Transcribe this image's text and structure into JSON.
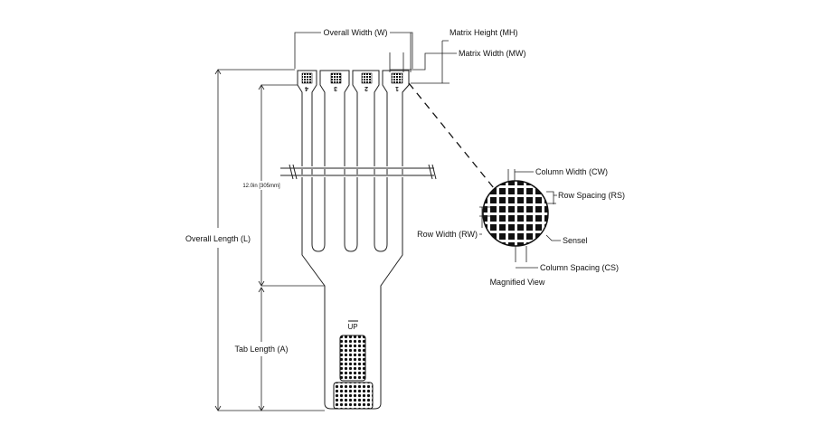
{
  "labels": {
    "overall_width": "Overall Width (W)",
    "matrix_height": "Matrix Height (MH)",
    "matrix_width": "Matrix Width (MW)",
    "column_width": "Column Width (CW)",
    "row_spacing": "Row Spacing (RS)",
    "row_width": "Row Width (RW)",
    "sensel": "Sensel",
    "column_spacing": "Column Spacing (CS)",
    "magnified_view": "Magnified View",
    "overall_length": "Overall Length (L)",
    "tab_length": "Tab Length (A)",
    "length_value": "12.0in [305mm]",
    "up_marker": "UP"
  },
  "sensor_tabs": [
    {
      "label": "4"
    },
    {
      "label": "3"
    },
    {
      "label": "2"
    },
    {
      "label": "1"
    }
  ]
}
